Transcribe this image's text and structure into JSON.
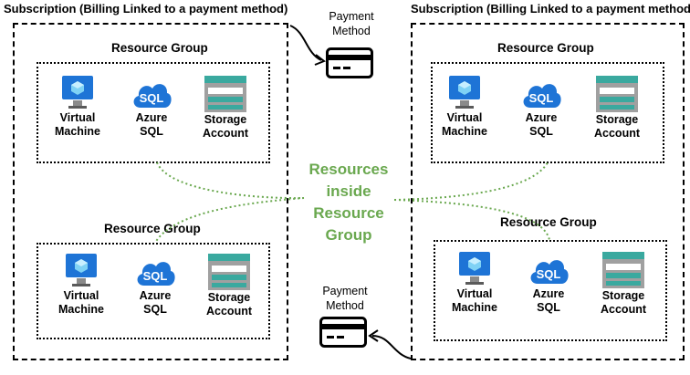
{
  "subscription_label": "Subscription (Billing Linked to a payment method)",
  "resource_group_label": "Resource Group",
  "payment_method_label": [
    "Payment",
    "Method"
  ],
  "center_label": [
    "Resources",
    "inside",
    "Resource",
    "Group"
  ],
  "resources": [
    {
      "icon": "virtual-machine-icon",
      "label": [
        "Virtual",
        "Machine"
      ]
    },
    {
      "icon": "azure-sql-icon",
      "label": [
        "Azure",
        "SQL"
      ]
    },
    {
      "icon": "storage-account-icon",
      "label": [
        "Storage",
        "Account"
      ]
    }
  ],
  "sql_icon_text": "SQL",
  "colors": {
    "connector_green": "#6aa84f",
    "azure_blue": "#1e74d6",
    "storage_teal": "#3aa99f"
  }
}
